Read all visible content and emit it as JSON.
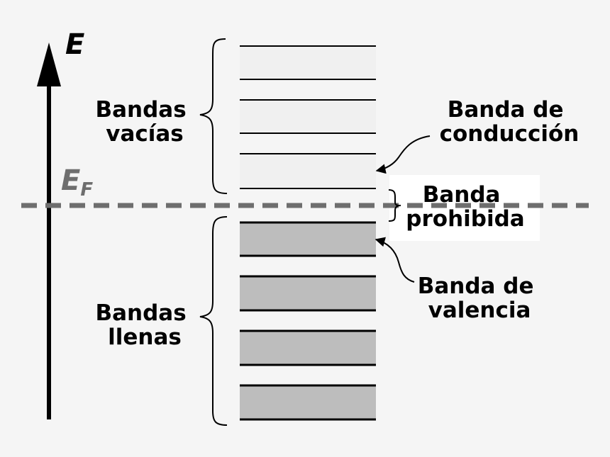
{
  "axis": {
    "energy_symbol": "E",
    "fermi_symbol": "E",
    "fermi_subscript": "F"
  },
  "labels": {
    "empty_bands": [
      "Bandas",
      "vacías"
    ],
    "full_bands": [
      "Bandas",
      "llenas"
    ],
    "conduction_band": [
      "Banda de",
      "conducción"
    ],
    "band_gap": [
      "Banda",
      "prohibida"
    ],
    "valence_band": [
      "Banda de",
      "valencia"
    ]
  },
  "colors": {
    "background": "#f5f5f5",
    "empty_band_fill": "#f0f0f0",
    "filled_band_fill": "#bdbdbd",
    "fermi_line": "#6e6e6e",
    "axis": "#000000"
  }
}
